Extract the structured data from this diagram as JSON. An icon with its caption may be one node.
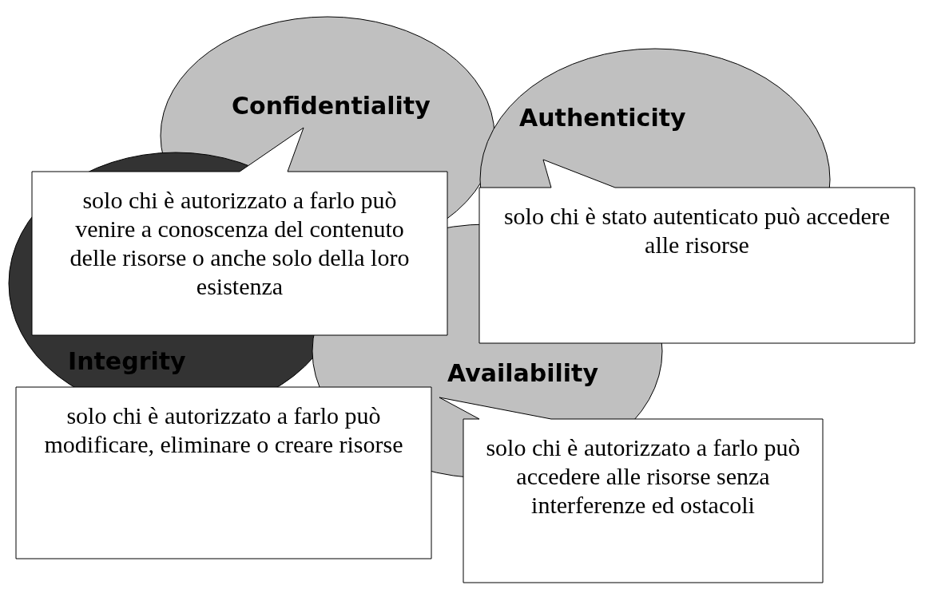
{
  "diagram": {
    "nodes": [
      {
        "text": [
          "Confidentiality"
        ]
      },
      {
        "text": [
          "solo chi è autorizzato a farlo può venire a conoscenza del contenuto delle risorse o anche solo della loro esistenza"
        ]
      },
      {
        "text": [
          "Authenticity"
        ]
      },
      {
        "text": [
          "solo chi è stato autenticato può accedere alle risorse"
        ]
      },
      {
        "text": [
          "Integrity"
        ]
      },
      {
        "text": [
          "solo chi è autorizzato a farlo può modificare, eliminare o creare risorse"
        ]
      },
      {
        "text": [
          "Availability"
        ]
      },
      {
        "text": [
          "solo chi è autorizzato a farlo può accedere alle risorse senza interferenze ed ostacoli"
        ]
      }
    ],
    "edges": []
  }
}
